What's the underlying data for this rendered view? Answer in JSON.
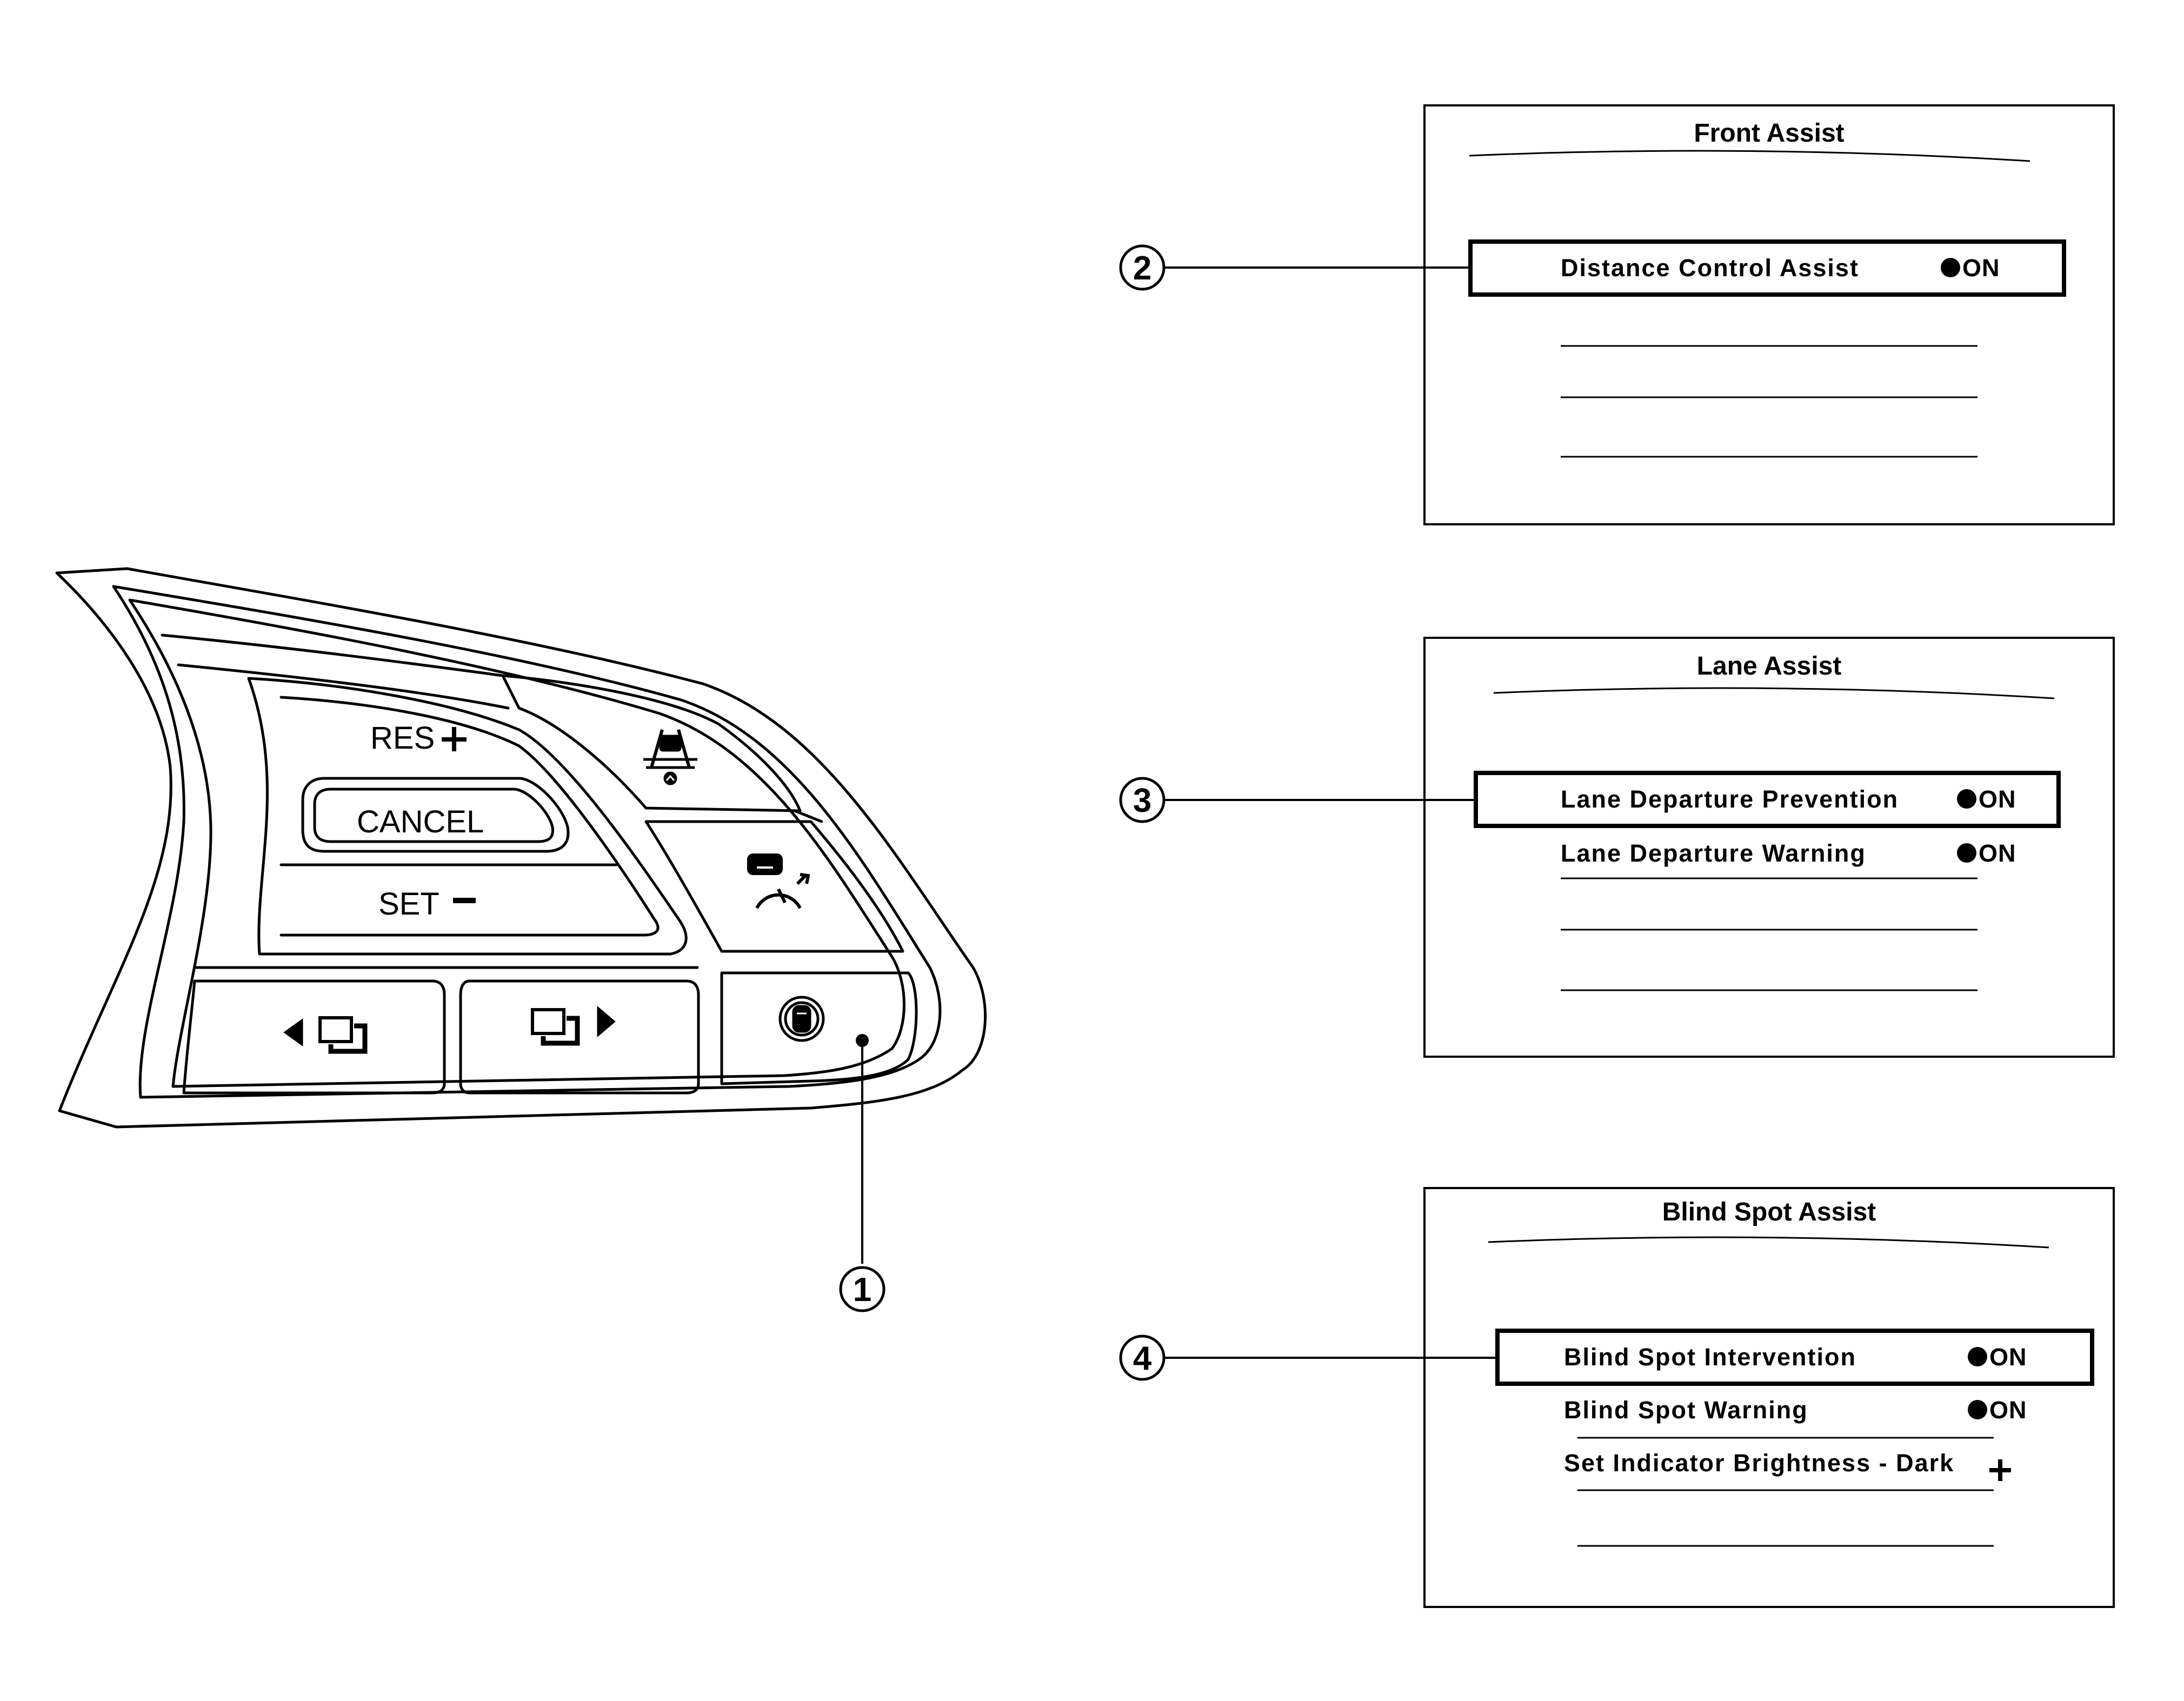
{
  "steering_switch": {
    "res_label": "RES",
    "res_sign": "+",
    "cancel_label": "CANCEL",
    "set_label": "SET",
    "set_sign": "−",
    "icons": [
      "lane-assist-icon",
      "distance-control-icon",
      "prev-screen-icon",
      "next-screen-icon",
      "driver-assistance-icon"
    ],
    "callout": "1"
  },
  "screens": [
    {
      "title": "Front Assist",
      "callout": "2",
      "items": [
        {
          "label": "Distance Control Assist",
          "state": "ON",
          "highlighted": true
        }
      ]
    },
    {
      "title": "Lane Assist",
      "callout": "3",
      "items": [
        {
          "label": "Lane Departure Prevention",
          "state": "ON",
          "highlighted": true
        },
        {
          "label": "Lane Departure Warning",
          "state": "ON",
          "highlighted": false
        }
      ]
    },
    {
      "title": "Blind Spot Assist",
      "callout": "4",
      "items": [
        {
          "label": "Blind Spot Intervention",
          "state": "ON",
          "highlighted": true
        },
        {
          "label": "Blind Spot Warning",
          "state": "ON",
          "highlighted": false
        },
        {
          "label": "Set Indicator Brightness - Dark",
          "state": "+",
          "highlighted": false
        }
      ]
    }
  ]
}
